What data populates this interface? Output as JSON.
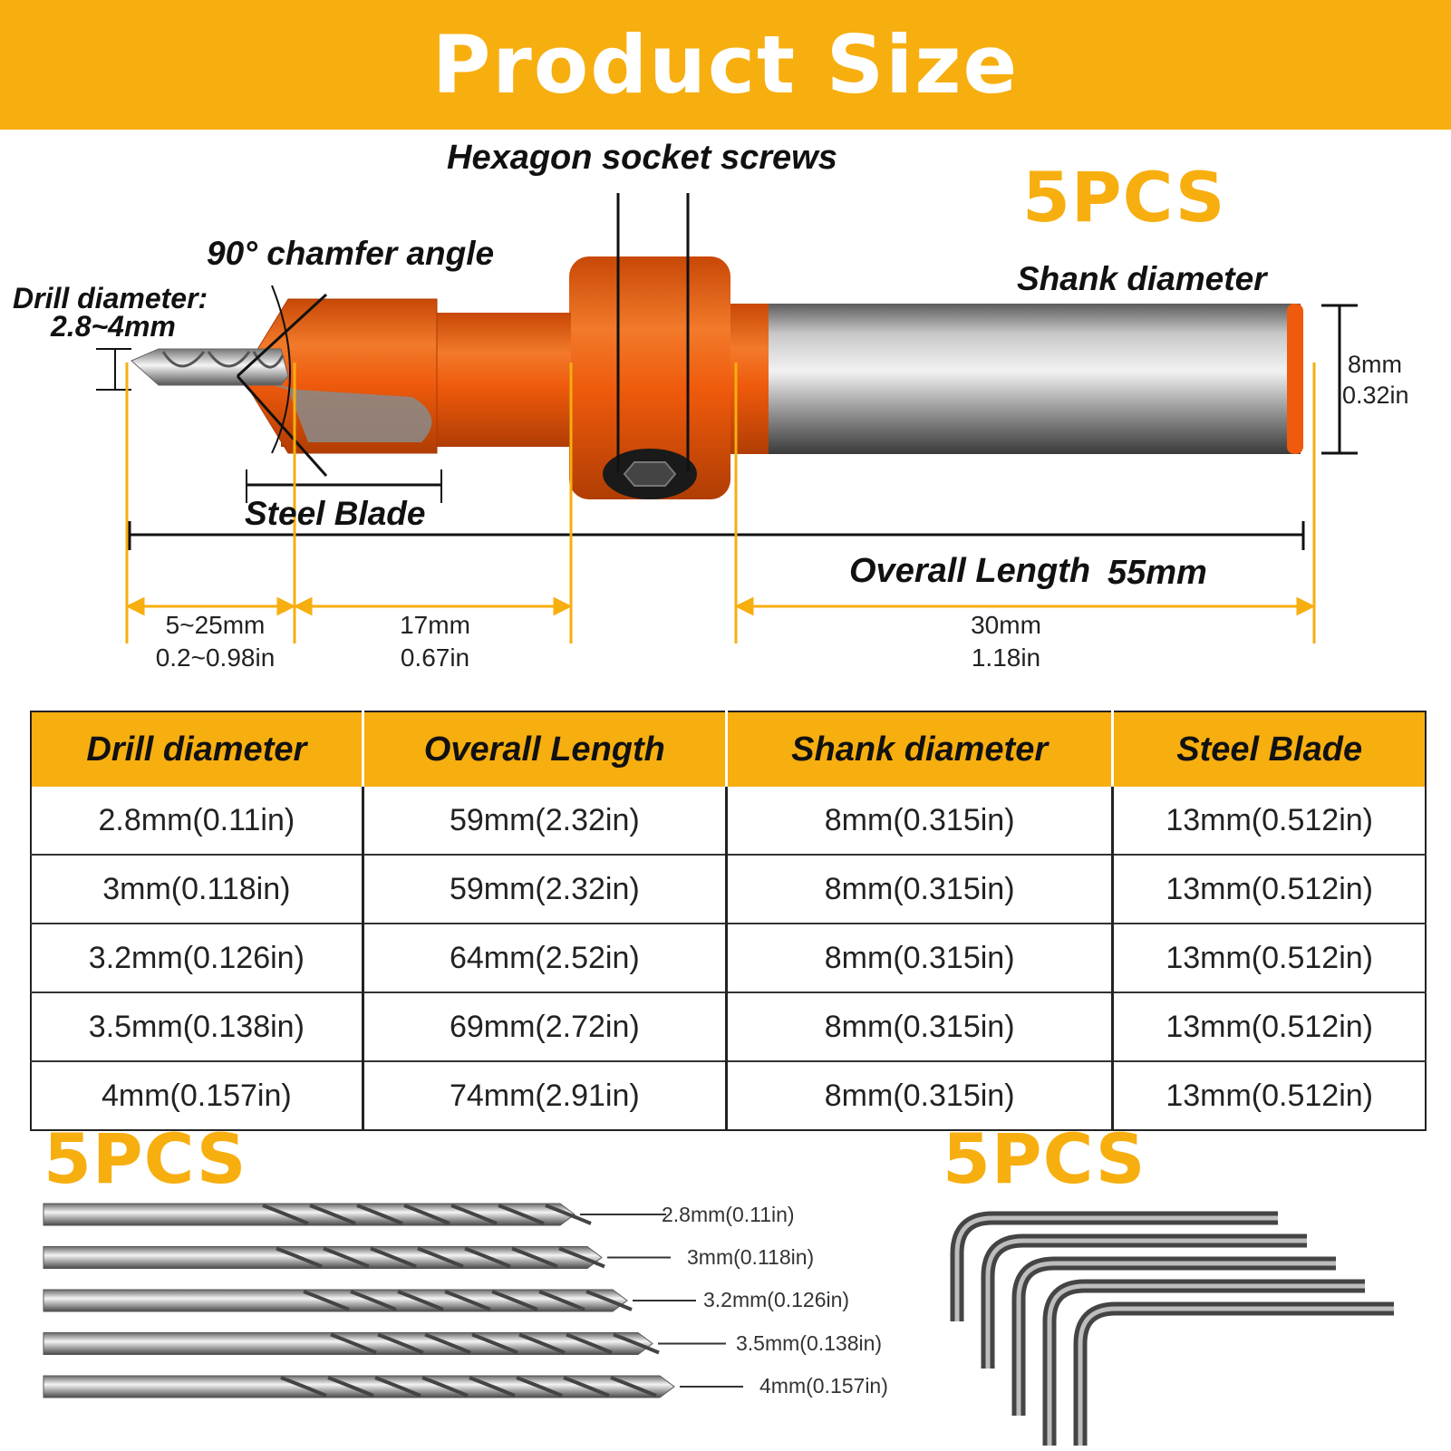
{
  "header": {
    "title": "Product Size"
  },
  "diagram": {
    "hex_label": "Hexagon socket screws",
    "chamfer_label": "90° chamfer angle",
    "drill_label": "Drill diameter:",
    "drill_range": "2.8~4mm",
    "shank_label": "Shank diameter",
    "shank_mm": "8mm",
    "shank_in": "0.32in",
    "blade_label": "Steel Blade",
    "overall_label": "Overall Length",
    "overall_value": "55mm",
    "pcs_label": "5PCS",
    "dims": [
      {
        "mm": "5~25mm",
        "in": "0.2~0.98in"
      },
      {
        "mm": "17mm",
        "in": "0.67in"
      },
      {
        "mm": "30mm",
        "in": "1.18in"
      }
    ],
    "colors": {
      "accent": "#f7ae0f",
      "bit_orange": "#ef5a0c",
      "steel": "#9a9a9a"
    }
  },
  "table": {
    "headers": [
      "Drill diameter",
      "Overall Length",
      "Shank diameter",
      "Steel Blade"
    ],
    "rows": [
      [
        "2.8mm(0.11in)",
        "59mm(2.32in)",
        "8mm(0.315in)",
        "13mm(0.512in)"
      ],
      [
        "3mm(0.118in)",
        "59mm(2.32in)",
        "8mm(0.315in)",
        "13mm(0.512in)"
      ],
      [
        "3.2mm(0.126in)",
        "64mm(2.52in)",
        "8mm(0.315in)",
        "13mm(0.512in)"
      ],
      [
        "3.5mm(0.138in)",
        "69mm(2.72in)",
        "8mm(0.315in)",
        "13mm(0.512in)"
      ],
      [
        "4mm(0.157in)",
        "74mm(2.91in)",
        "8mm(0.315in)",
        "13mm(0.512in)"
      ]
    ]
  },
  "drill_bits": {
    "pcs_label": "5PCS",
    "sizes": [
      "2.8mm(0.11in)",
      "3mm(0.118in)",
      "3.2mm(0.126in)",
      "3.5mm(0.138in)",
      "4mm(0.157in)"
    ]
  },
  "hex_keys": {
    "pcs_label": "5PCS",
    "count": 5
  }
}
